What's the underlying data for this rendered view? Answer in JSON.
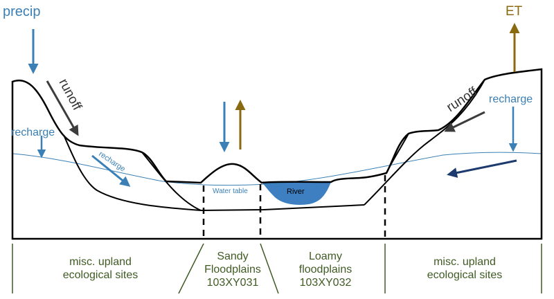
{
  "labels": {
    "precip": "precip",
    "et": "ET",
    "runoff_left": "runoff",
    "runoff_right": "runoff",
    "recharge_left": "recharge",
    "recharge_slope": "recharge",
    "recharge_right": "recharge",
    "water_table": "Water table",
    "river": "River"
  },
  "sites": [
    {
      "line1": "misc. upland",
      "line2": "ecological sites",
      "line3": ""
    },
    {
      "line1": "Sandy",
      "line2": "Floodplains",
      "line3": "103XY031"
    },
    {
      "line1": "Loamy",
      "line2": "floodplains",
      "line3": "103XY032"
    },
    {
      "line1": "misc. upland",
      "line2": "ecological sites",
      "line3": ""
    }
  ],
  "colors": {
    "precip_blue": "#3a7fb5",
    "et_gold": "#8a6a10",
    "runoff_gray": "#3c3c3c",
    "river_fill": "#3d7fc1",
    "groundwater_navy": "#1c3a6e",
    "site_line_green": "#3f5b23"
  }
}
